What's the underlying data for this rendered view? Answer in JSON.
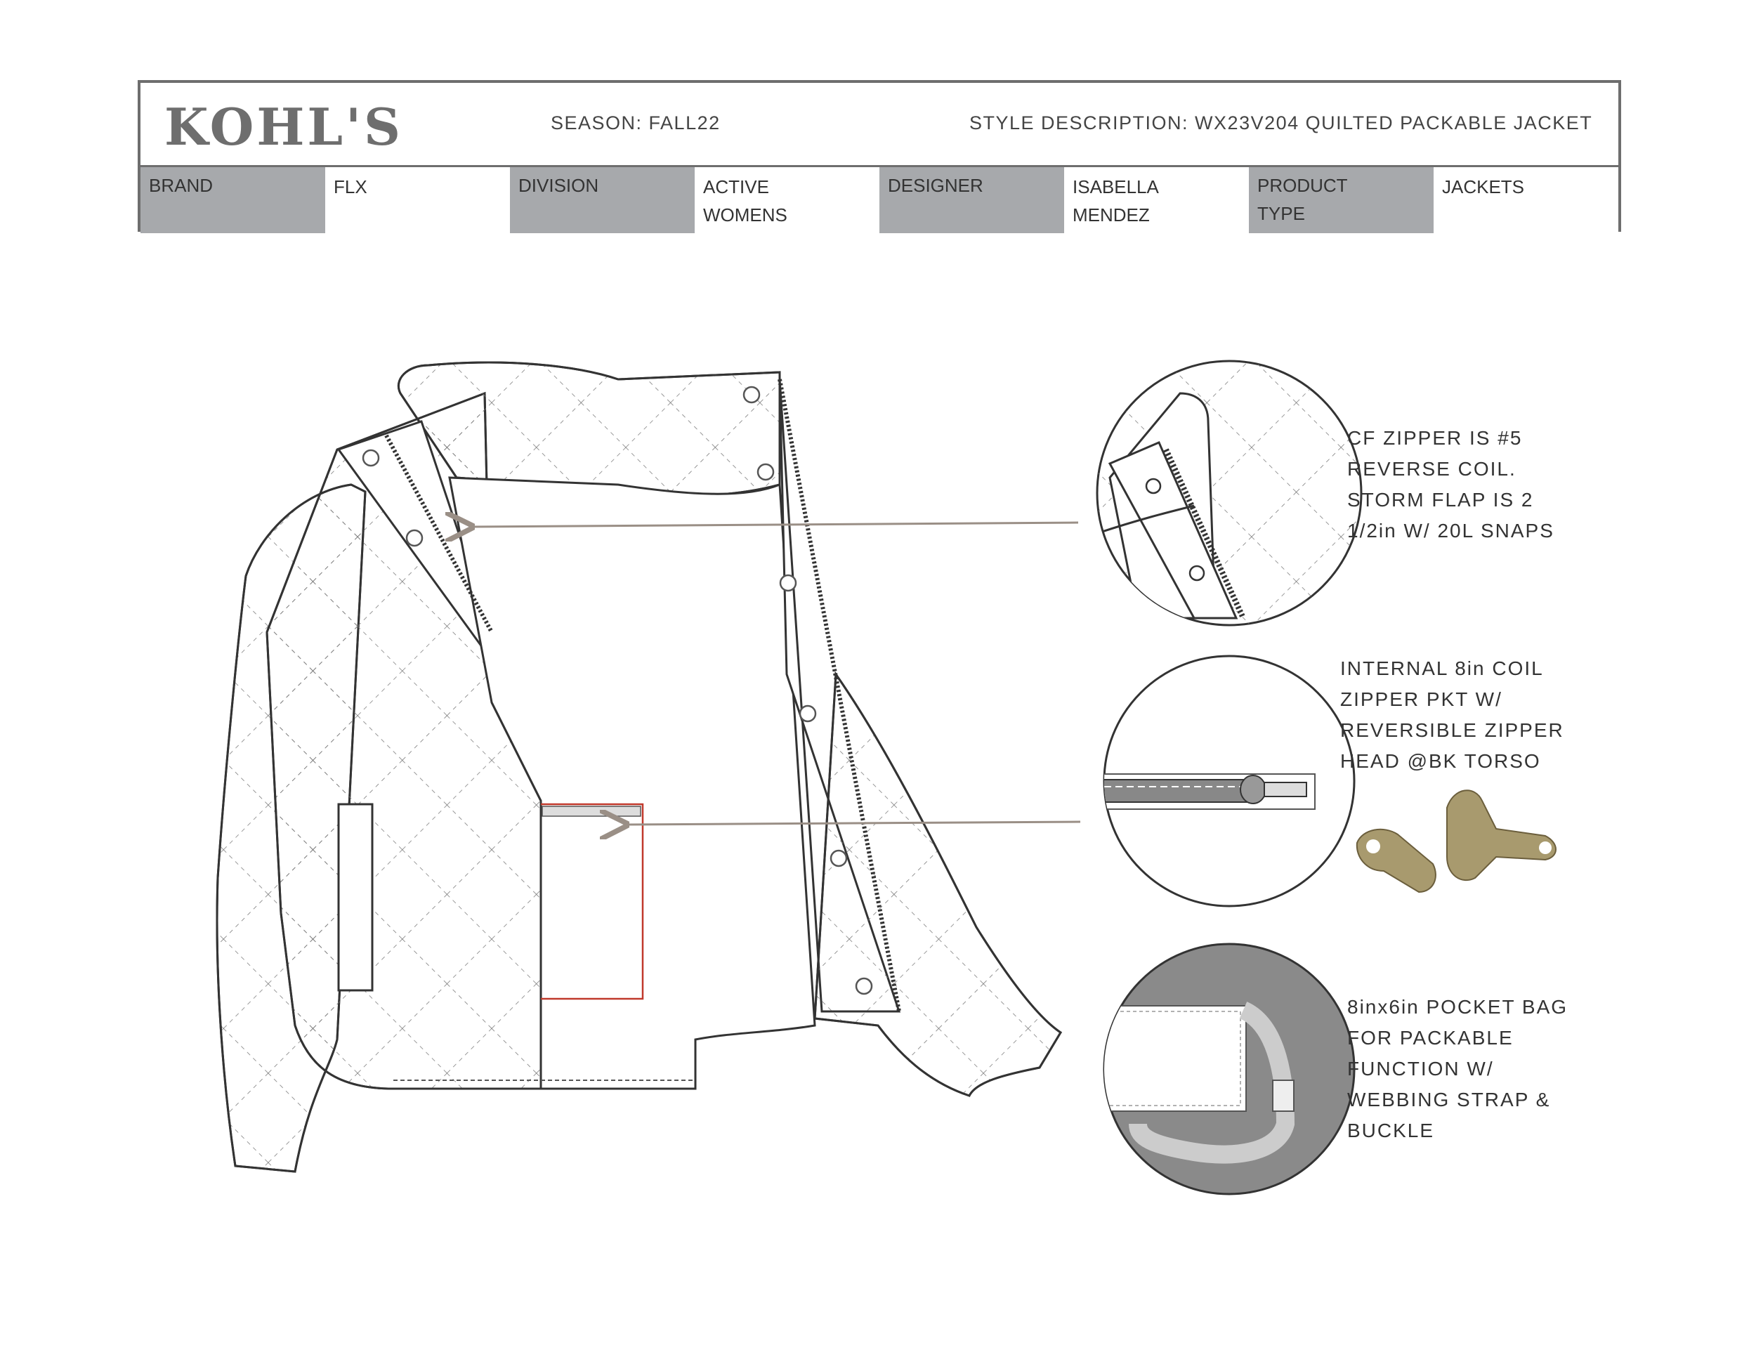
{
  "header": {
    "brand_logo": "KOHL'S",
    "season": "SEASON:  FALL22",
    "style_description": "STYLE  DESCRIPTION:  WX23V204  QUILTED  PACKABLE  JACKET"
  },
  "spec_table": [
    {
      "label": "BRAND",
      "value": "FLX"
    },
    {
      "label": "DIVISION",
      "value": "ACTIVE\nWOMENS"
    },
    {
      "label": "DESIGNER",
      "value": "ISABELLA\nMENDEZ"
    },
    {
      "label": "PRODUCT\nTYPE",
      "value": "JACKETS"
    }
  ],
  "callouts": [
    {
      "text": "CF  ZIPPER  IS  #5\nREVERSE  COIL.\nSTORM  FLAP  IS  2\n1/2in  W/  20L  SNAPS"
    },
    {
      "text": "INTERNAL  8in  COIL\nZIPPER  PKT  W/\nREVERSIBLE  ZIPPER\nHEAD  @BK  TORSO"
    },
    {
      "text": "8inx6in  POCKET  BAG\nFOR  PACKABLE\nFUNCTION  W/\nWEBBING  STRAP  &\nBUCKLE"
    }
  ],
  "colors": {
    "border_gray": "#6e6e6e",
    "label_fill": "#a7a9ac",
    "arrow": "#9a8f86",
    "pocket_outline": "#c0392b",
    "detail_dark": "#8a8a8a",
    "zipper_pull": "#a89a6e"
  },
  "icons": [
    "jacket-flat-sketch",
    "zipper-detail-circle",
    "zipper-pull-photo",
    "pocket-bag-circle"
  ]
}
